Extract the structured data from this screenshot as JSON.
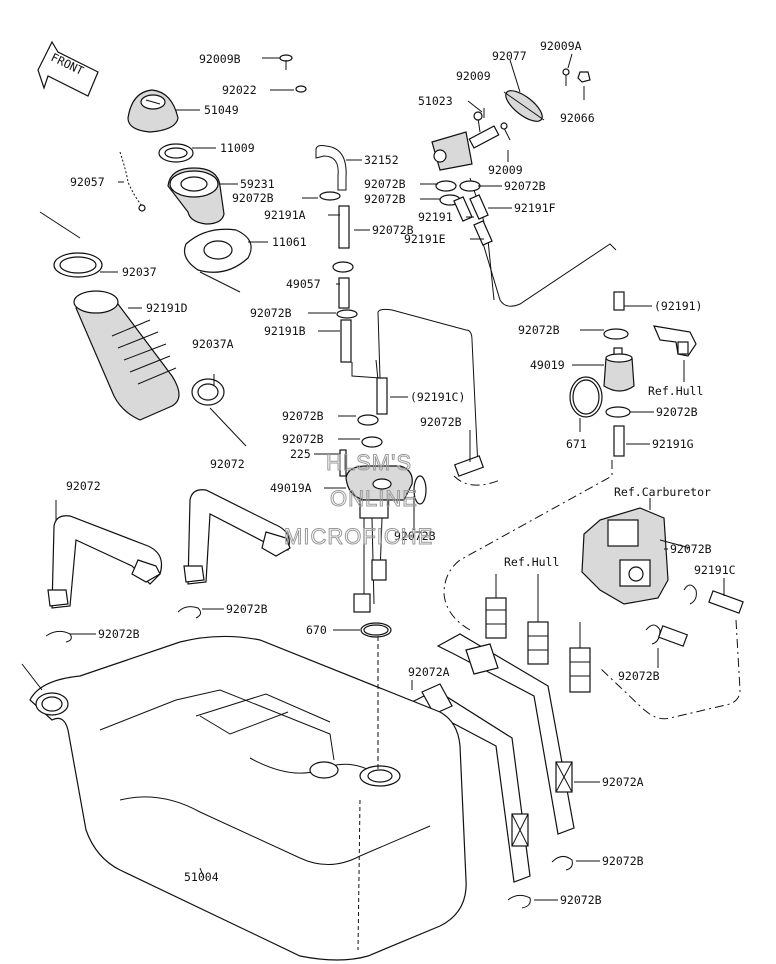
{
  "front_label": "FRONT",
  "watermark": [
    "HLSM'S",
    "ONLINE",
    "MICROFICHE"
  ],
  "parts": [
    {
      "id": "92009B"
    },
    {
      "id": "92022"
    },
    {
      "id": "51049"
    },
    {
      "id": "11009"
    },
    {
      "id": "92057"
    },
    {
      "id": "59231"
    },
    {
      "id": "11061"
    },
    {
      "id": "92037"
    },
    {
      "id": "92191D"
    },
    {
      "id": "92037A"
    },
    {
      "id": "92072"
    },
    {
      "id": "92072"
    },
    {
      "id": "32152"
    },
    {
      "id": "92072B"
    },
    {
      "id": "92191A"
    },
    {
      "id": "92072B"
    },
    {
      "id": "49057"
    },
    {
      "id": "92072B"
    },
    {
      "id": "92191B"
    },
    {
      "id": "(92191C)"
    },
    {
      "id": "92072B"
    },
    {
      "id": "92072B"
    },
    {
      "id": "225"
    },
    {
      "id": "92072B"
    },
    {
      "id": "49019A"
    },
    {
      "id": "92072B"
    },
    {
      "id": "92009A"
    },
    {
      "id": "92077"
    },
    {
      "id": "92009"
    },
    {
      "id": "51023"
    },
    {
      "id": "92066"
    },
    {
      "id": "92009"
    },
    {
      "id": "92072B"
    },
    {
      "id": "92072B"
    },
    {
      "id": "92072B"
    },
    {
      "id": "92191"
    },
    {
      "id": "92191F"
    },
    {
      "id": "92191E"
    },
    {
      "id": "(92191)"
    },
    {
      "id": "92072B"
    },
    {
      "id": "49019"
    },
    {
      "id": "Ref.Hull"
    },
    {
      "id": "92072B"
    },
    {
      "id": "671"
    },
    {
      "id": "92191G"
    },
    {
      "id": "Ref.Carburetor"
    },
    {
      "id": "92072B"
    },
    {
      "id": "92191C"
    },
    {
      "id": "Ref.Hull"
    },
    {
      "id": "92072B"
    },
    {
      "id": "92072B"
    },
    {
      "id": "670"
    },
    {
      "id": "92072B"
    },
    {
      "id": "92072A"
    },
    {
      "id": "92072A"
    },
    {
      "id": "51004"
    },
    {
      "id": "92072B"
    },
    {
      "id": "92072B"
    }
  ]
}
